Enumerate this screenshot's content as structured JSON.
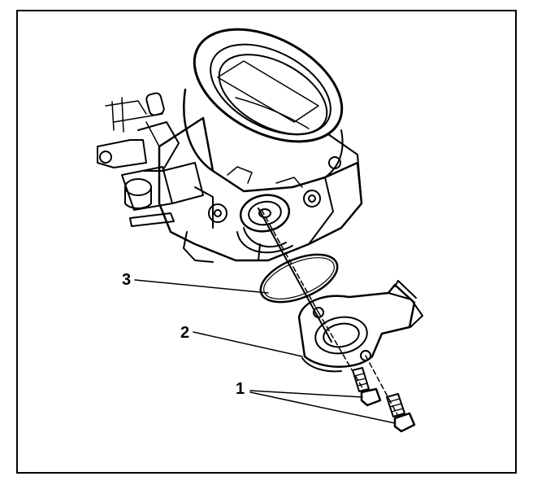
{
  "figure": {
    "callouts": {
      "c1": "1",
      "c2": "2",
      "c3": "3"
    },
    "parts": [
      "throttle-body",
      "throttle-position-sensor",
      "o-ring-seal",
      "tp-sensor-bolts"
    ],
    "colors": {
      "ink": "#000000",
      "paper": "#ffffff"
    }
  }
}
